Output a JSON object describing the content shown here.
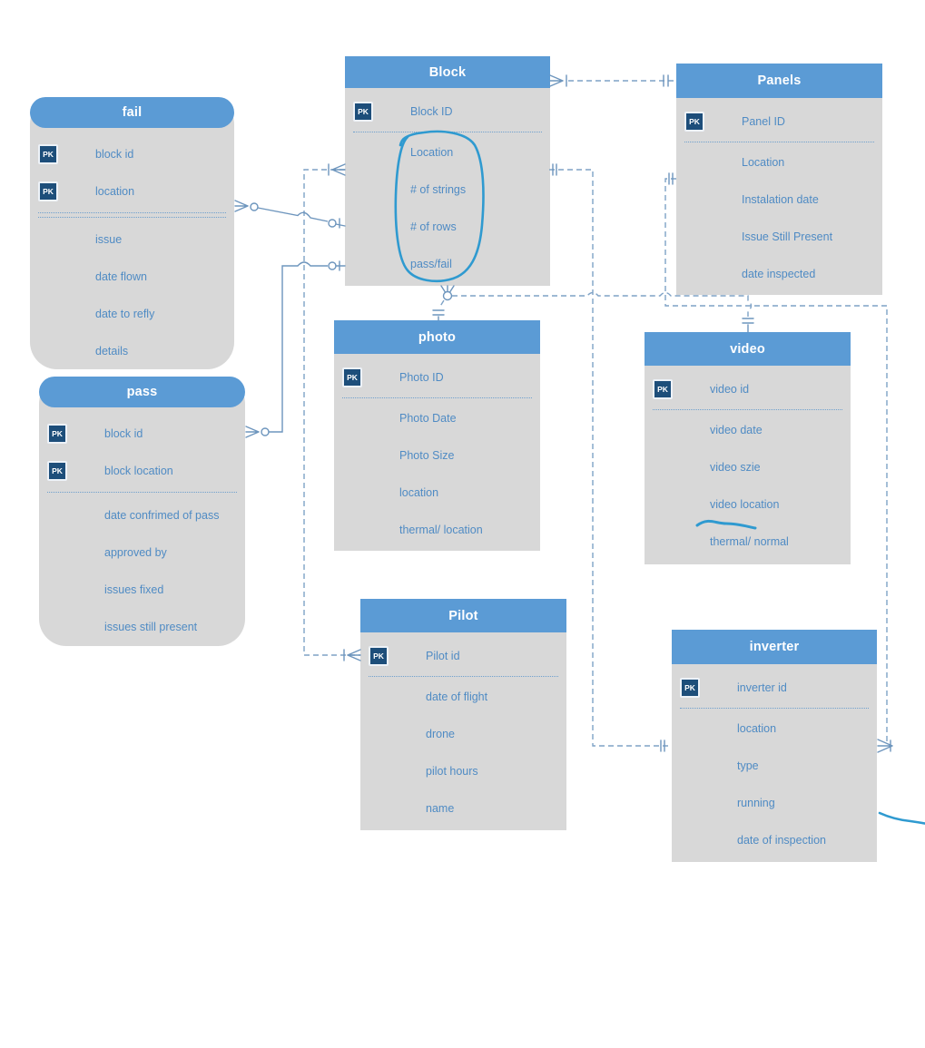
{
  "pk_label": "PK",
  "colors": {
    "header_blue": "#5b9bd5",
    "body_gray": "#d8d8d8",
    "pk_badge_navy": "#1d4e7a",
    "field_text_blue": "#4f8bc4",
    "connector_blue": "#7ea2c6",
    "annotation_blue": "#2f9ad0"
  },
  "entities": [
    {
      "title": "fail",
      "shape": "rounded",
      "pk": [
        "block id",
        "location"
      ],
      "attributes": [
        "issue",
        "date flown",
        "date to refly",
        "details"
      ]
    },
    {
      "title": "pass",
      "shape": "rounded",
      "pk": [
        "block id",
        "block location"
      ],
      "attributes": [
        "date confrimed of pass",
        "approved by",
        "issues fixed",
        "issues still present"
      ]
    },
    {
      "title": "Block",
      "shape": "square",
      "pk": [
        "Block ID"
      ],
      "attributes": [
        "Location",
        "# of strings",
        "# of rows",
        "pass/fail"
      ]
    },
    {
      "title": "Panels",
      "shape": "square",
      "pk": [
        "Panel ID"
      ],
      "attributes": [
        "Location",
        "Instalation date",
        "Issue Still Present",
        "date inspected"
      ]
    },
    {
      "title": "photo",
      "shape": "square",
      "pk": [
        "Photo ID"
      ],
      "attributes": [
        "Photo Date",
        "Photo Size",
        "location",
        "thermal/ location"
      ]
    },
    {
      "title": "video",
      "shape": "square",
      "pk": [
        "video id"
      ],
      "attributes": [
        "video date",
        "video szie",
        "video location",
        "thermal/ normal"
      ]
    },
    {
      "title": "Pilot",
      "shape": "square",
      "pk": [
        "Pilot id"
      ],
      "attributes": [
        "date of flight",
        "drone",
        "pilot hours",
        "name"
      ]
    },
    {
      "title": "inverter",
      "shape": "square",
      "pk": [
        "inverter id"
      ],
      "attributes": [
        "location",
        "type",
        "running",
        "date of inspection"
      ]
    }
  ],
  "relationships": [
    {
      "from": "Block",
      "to": "Panels",
      "style": "dashed",
      "from_end": "crow-foot-tick",
      "to_end": "double-tick"
    },
    {
      "from": "Pilot",
      "to": "Block",
      "style": "dashed",
      "from_end": "crow-foot-tick",
      "to_end": "crow-foot-tick"
    },
    {
      "from": "fail",
      "to": "Block",
      "style": "solid",
      "from_end": "crow-foot-circle",
      "to_end": "circle-tick"
    },
    {
      "from": "pass",
      "to": "Block",
      "style": "solid",
      "from_end": "crow-foot-circle",
      "to_end": "circle-tick"
    },
    {
      "from": "Block",
      "to": "photo",
      "style": "dashed",
      "from_end": "crow-foot-circle",
      "to_end": "double-tick"
    },
    {
      "from": "Block",
      "to": "video",
      "style": "dashed",
      "from_end": "crow-foot-circle",
      "to_end": "double-tick"
    },
    {
      "from": "Block",
      "to": "inverter",
      "style": "dashed",
      "from_end": "double-tick",
      "to_end": "double-tick"
    },
    {
      "from": "Panels",
      "to": "inverter",
      "style": "dashed",
      "from_end": "double-tick",
      "to_end": "crow-foot-tick"
    }
  ],
  "annotations": [
    "hand-drawn circle around Block attributes",
    "hand-drawn underline below video location",
    "hand-drawn stroke at bottom right of inverter"
  ]
}
